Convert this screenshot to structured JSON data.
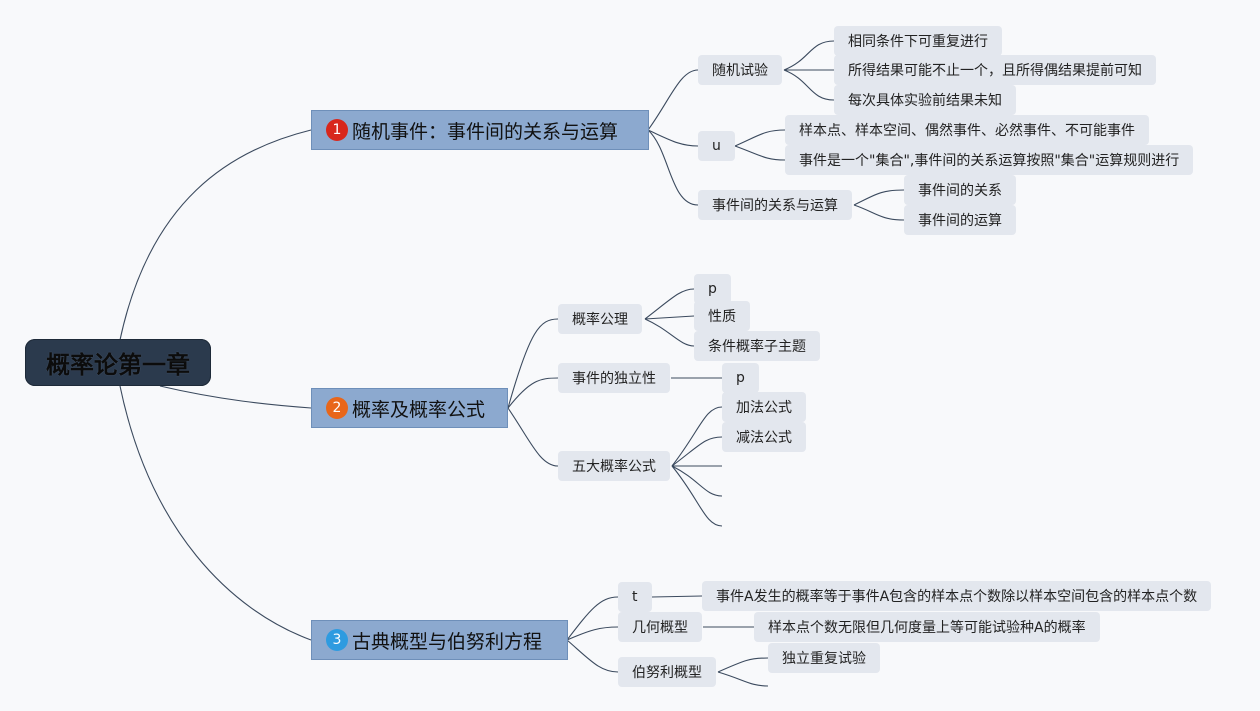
{
  "root": {
    "label": "概率论第一章"
  },
  "branches": [
    {
      "number": "1",
      "badge_color": "#d8271c",
      "label": "随机事件：事件间的关系与运算",
      "children": [
        {
          "label": "随机试验",
          "children": [
            "相同条件下可重复进行",
            "所得结果可能不止一个，且所得偶结果提前可知",
            "每次具体实验前结果未知"
          ]
        },
        {
          "label": "u",
          "children": [
            "样本点、样本空间、偶然事件、必然事件、不可能事件",
            "事件是一个\"集合\",事件间的关系运算按照\"集合\"运算规则进行"
          ]
        },
        {
          "label": "事件间的关系与运算",
          "children": [
            "事件间的关系",
            "事件间的运算"
          ]
        }
      ]
    },
    {
      "number": "2",
      "badge_color": "#e8661a",
      "label": "概率及概率公式",
      "children": [
        {
          "label": "概率公理",
          "children": [
            "p",
            "性质",
            "条件概率子主题"
          ]
        },
        {
          "label": "事件的独立性",
          "children": [
            "p"
          ]
        },
        {
          "label": "五大概率公式",
          "children": [
            "加法公式",
            "减法公式"
          ]
        }
      ]
    },
    {
      "number": "3",
      "badge_color": "#2e9be0",
      "label": "古典概型与伯努利方程",
      "children": [
        {
          "label": "t",
          "children": [
            "事件A发生的概率等于事件A包含的样本点个数除以样本空间包含的样本点个数"
          ]
        },
        {
          "label": "几何概型",
          "children": [
            "样本点个数无限但几何度量上等可能试验种A的概率"
          ]
        },
        {
          "label": "伯努利概型",
          "children": [
            "独立重复试验"
          ]
        }
      ]
    }
  ]
}
